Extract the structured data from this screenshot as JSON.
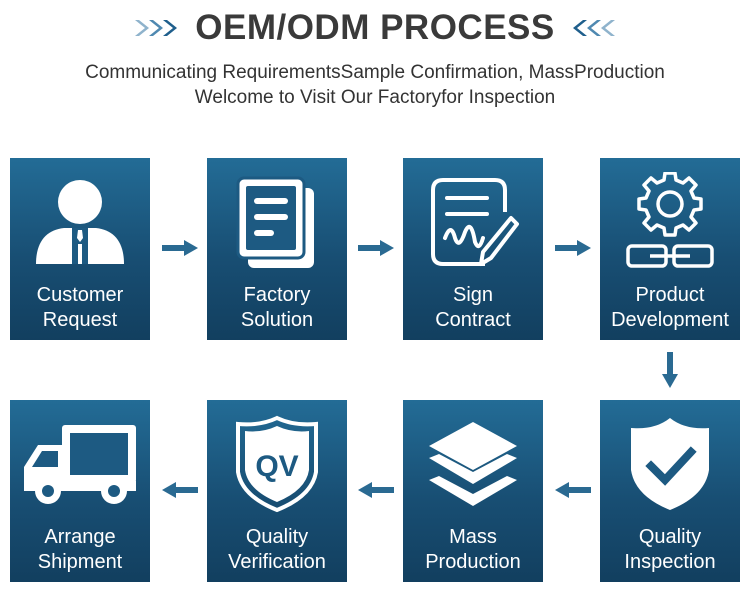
{
  "header": {
    "title": "OEM/ODM PROCESS",
    "subtitle_line1": "Communicating RequirementsSample Confirmation, MassProduction",
    "subtitle_line2": "Welcome to Visit Our Factoryfor Inspection"
  },
  "colors": {
    "box_top": "#236c96",
    "box_bottom": "#123f5f",
    "arrow": "#2a6a92",
    "title_text": "#3a3a3a"
  },
  "steps": [
    {
      "line1": "Customer",
      "line2": "Request",
      "icon": "person-icon"
    },
    {
      "line1": "Factory",
      "line2": "Solution",
      "icon": "document-icon"
    },
    {
      "line1": "Sign",
      "line2": "Contract",
      "icon": "contract-signature-icon"
    },
    {
      "line1": "Product",
      "line2": "Development",
      "icon": "gear-chain-icon"
    },
    {
      "line1": "Quality",
      "line2": "Inspection",
      "icon": "shield-check-icon"
    },
    {
      "line1": "Mass",
      "line2": "Production",
      "icon": "layers-icon"
    },
    {
      "line1": "Quality",
      "line2": "Verification",
      "icon": "qv-shield-icon",
      "badge": "QV"
    },
    {
      "line1": "Arrange",
      "line2": "Shipment",
      "icon": "truck-icon"
    }
  ]
}
